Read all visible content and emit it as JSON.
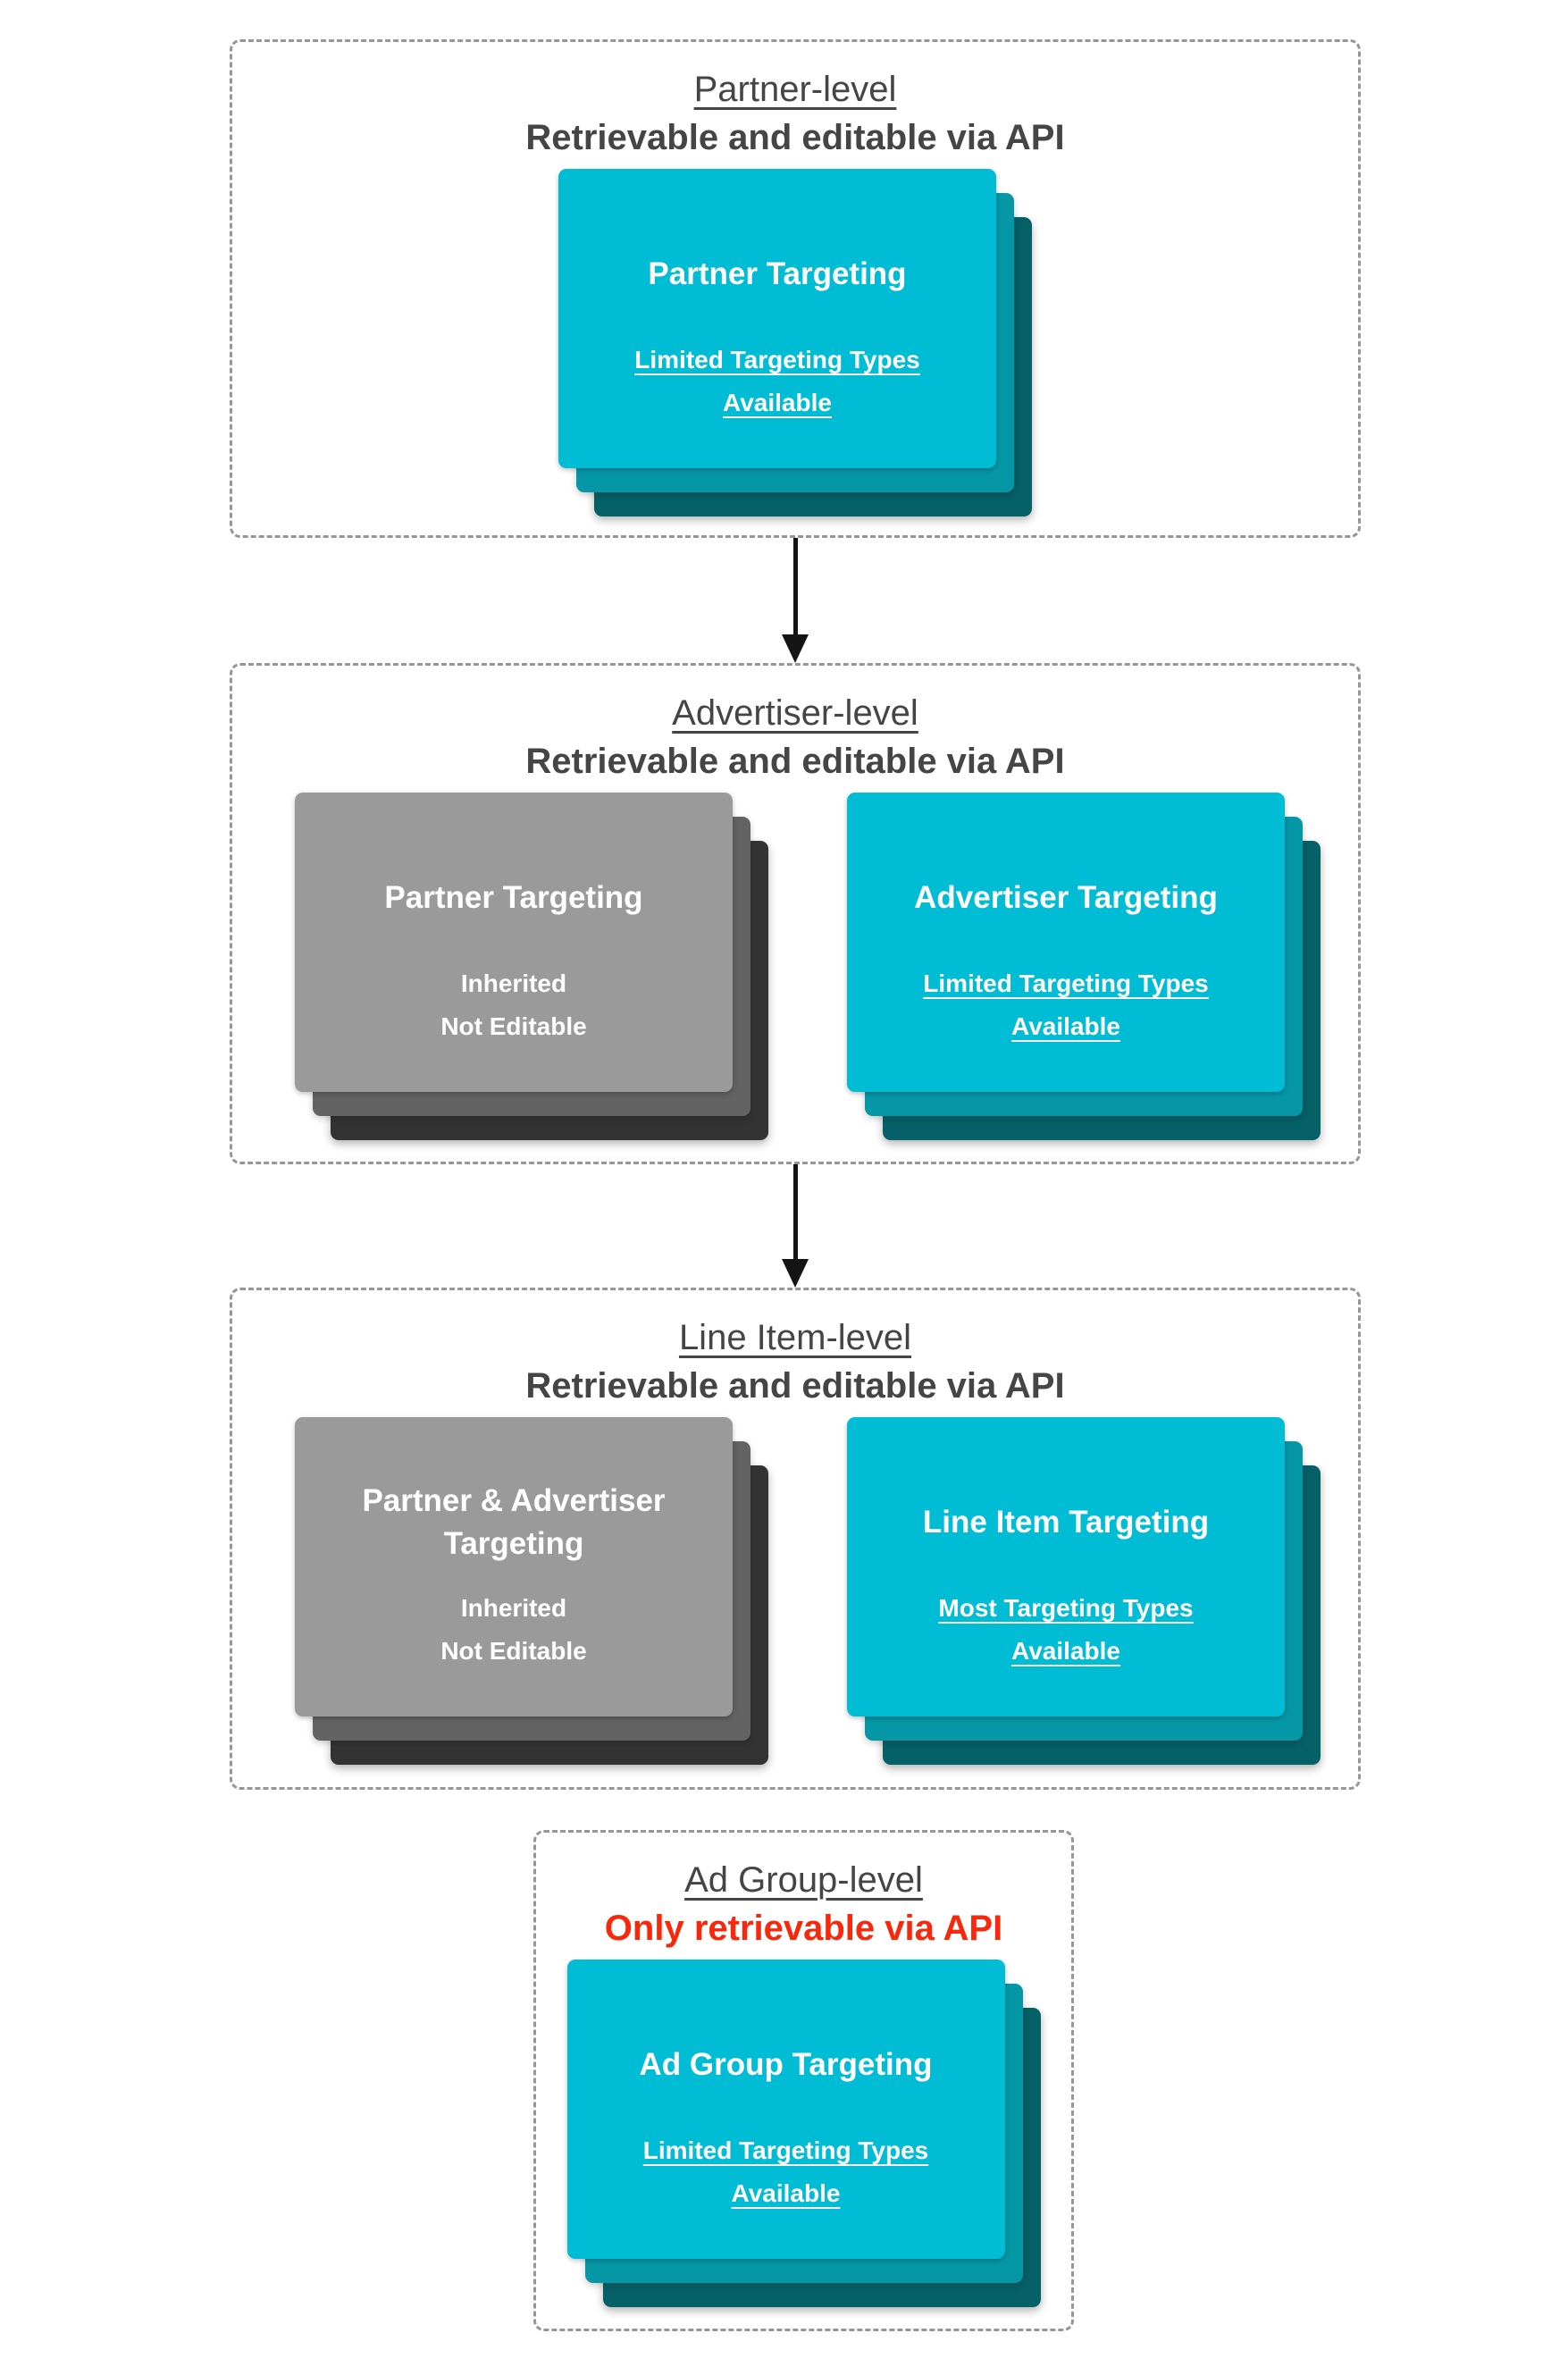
{
  "diagram": {
    "sections": [
      {
        "title": "Partner-level",
        "subtitle": "Retrievable and editable via API",
        "cards": [
          {
            "variant": "teal",
            "title": "Partner Targeting",
            "body": [
              "Limited Targeting Types",
              "Available"
            ]
          }
        ]
      },
      {
        "title": "Advertiser-level",
        "subtitle": "Retrievable and editable via API",
        "cards": [
          {
            "variant": "gray",
            "title": "Partner Targeting",
            "body": [
              "Inherited",
              "Not Editable"
            ]
          },
          {
            "variant": "teal",
            "title": "Advertiser Targeting",
            "body": [
              "Limited Targeting Types",
              "Available"
            ]
          }
        ]
      },
      {
        "title": "Line Item-level",
        "subtitle": "Retrievable and editable via API",
        "cards": [
          {
            "variant": "gray",
            "title": "Partner & Advertiser Targeting",
            "body": [
              "Inherited",
              "Not Editable"
            ]
          },
          {
            "variant": "teal",
            "title": "Line Item Targeting",
            "body": [
              "Most Targeting Types",
              "Available"
            ]
          }
        ]
      },
      {
        "title": "Ad Group-level",
        "subtitle": "Only retrievable via API",
        "cards": [
          {
            "variant": "teal",
            "title": "Ad Group Targeting",
            "body": [
              "Limited Targeting Types",
              "Available"
            ]
          }
        ]
      }
    ],
    "icons": {
      "flow_arrow": "down-arrow"
    },
    "colors": {
      "card_teal": "#00bcd4",
      "card_teal_shadow_mid": "#0697a7",
      "card_teal_shadow_dark": "#066067",
      "card_gray": "#9a9a9a",
      "card_gray_shadow_mid": "#636363",
      "card_gray_shadow_dark": "#333333",
      "heading_text": "#454545",
      "alert_red": "#f7280b",
      "card_text": "#ffffff",
      "panel_border": "#969696",
      "arrow_black": "#141414",
      "background": "#ffffff"
    }
  }
}
